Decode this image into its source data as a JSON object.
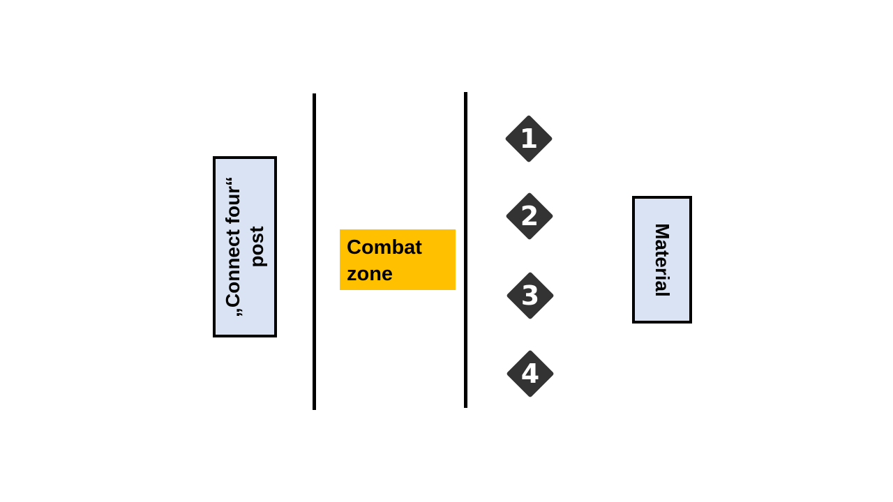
{
  "post_box": {
    "lines": [
      "„Connect four“",
      "post"
    ]
  },
  "combat_zone": {
    "lines": [
      "Combat",
      "zone"
    ]
  },
  "material_box": {
    "label": "Material"
  },
  "markers": [
    {
      "label": "1"
    },
    {
      "label": "2"
    },
    {
      "label": "3"
    },
    {
      "label": "4"
    }
  ],
  "colors": {
    "box_fill": "#dae3f3",
    "combat_fill": "#ffc000",
    "marker_fill": "#333333",
    "line": "#000000"
  }
}
